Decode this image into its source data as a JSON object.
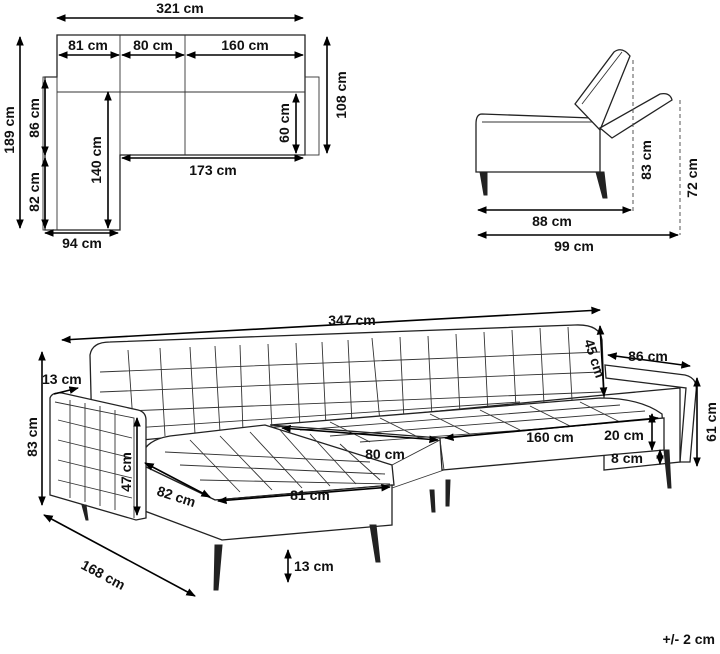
{
  "top_view": {
    "total_width": "321 cm",
    "seg1": "81 cm",
    "seg2": "80 cm",
    "seg3": "160 cm",
    "total_depth_left": "189 cm",
    "upper_depth": "86 cm",
    "lower_depth": "82 cm",
    "chaise_length": "140 cm",
    "seat_length": "173 cm",
    "seat_depth": "60 cm",
    "back_depth": "108 cm",
    "chaise_width": "94 cm"
  },
  "side_view": {
    "depth_seat": "88 cm",
    "depth_total": "99 cm",
    "height_back": "83 cm",
    "height_recline": "72 cm"
  },
  "perspective_view": {
    "total_width": "347 cm",
    "armrest_width": "13 cm",
    "height": "83 cm",
    "arm_height": "47 cm",
    "chaise_diag": "82 cm",
    "chaise_front": "81 cm",
    "seat_mid": "80 cm",
    "seat_long": "160 cm",
    "depth_right": "86 cm",
    "back_height": "45 cm",
    "seat_height": "20 cm",
    "leg_height_small": "8 cm",
    "side_height": "61 cm",
    "depth_diag": "168 cm",
    "leg_height": "13 cm"
  },
  "tolerance": "+/- 2 cm"
}
